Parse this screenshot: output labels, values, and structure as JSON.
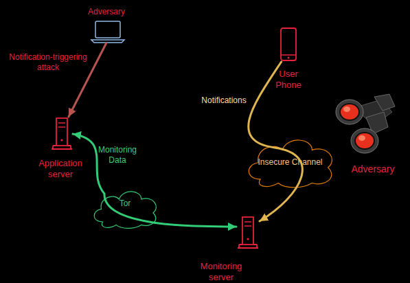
{
  "diagram": {
    "nodes": [
      {
        "text": [
          "Adversary"
        ]
      },
      {
        "text": [
          "User Phone"
        ]
      },
      {
        "text": [
          "Application server"
        ]
      },
      {
        "text": [
          "Adversary"
        ]
      },
      {
        "text": [
          "Insecure Channel"
        ]
      },
      {
        "text": [
          "Tor"
        ]
      },
      {
        "text": [
          "Monitoring server"
        ]
      }
    ],
    "edges": [
      {
        "from": 0,
        "to": 2,
        "label": "Notification-triggering attack",
        "arrow": "to"
      },
      {
        "from": 2,
        "to": 6,
        "label": "Monitoring Data",
        "arrow": "both"
      },
      {
        "from": 1,
        "to": 6,
        "label": "Notifications",
        "arrow": "to"
      }
    ]
  }
}
